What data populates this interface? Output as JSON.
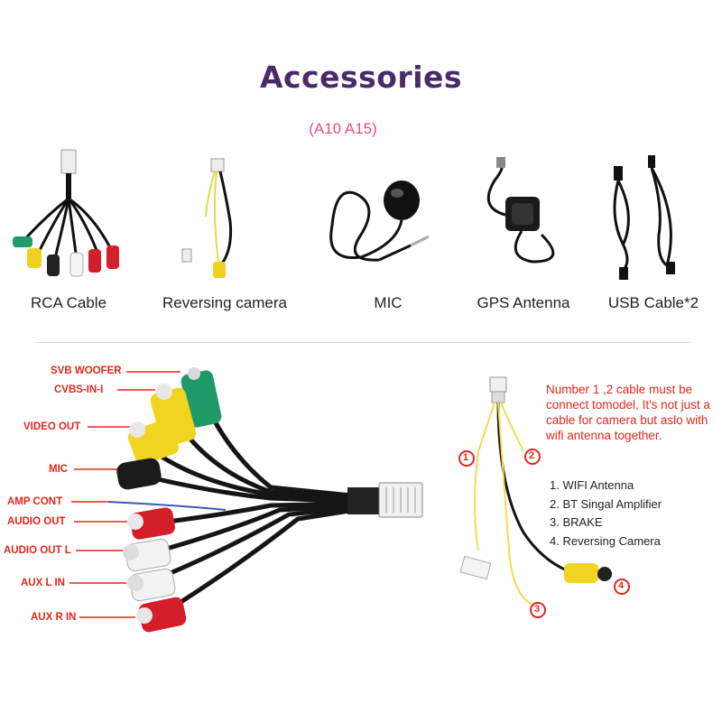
{
  "header": {
    "title": "Accessories",
    "subtitle": "(A10 A15)",
    "title_color": "#4a2a6a",
    "subtitle_color": "#e0507a"
  },
  "accessories": [
    {
      "label": "RCA Cable",
      "icon": "rca-harness"
    },
    {
      "label": "Reversing  camera",
      "icon": "reversing-camera-cable"
    },
    {
      "label": "MIC",
      "icon": "microphone"
    },
    {
      "label": "GPS Antenna",
      "icon": "gps-antenna"
    },
    {
      "label": "USB Cable*2",
      "icon": "usb-cables"
    }
  ],
  "rca_pins": [
    "SVB WOOFER",
    "CVBS-IN-I",
    "VIDEO OUT",
    "MIC",
    "AMP CONT",
    "AUDIO OUT",
    "AUDIO OUT L",
    "AUX L IN",
    "AUX R IN"
  ],
  "camera_cable": {
    "markers": [
      "1",
      "2",
      "3",
      "4"
    ],
    "note": "Number 1 ,2 cable must be connect tomodel, It's not just a cable for camera but aslo with wifi antenna together.",
    "legend": [
      "1. WIFI Antenna",
      "2. BT Singal Amplifier",
      "3. BRAKE",
      "4. Reversing Camera"
    ]
  },
  "colors": {
    "label_red": "#e3261b",
    "wire_yellow": "#f0dd52",
    "wire_black": "#151515"
  }
}
